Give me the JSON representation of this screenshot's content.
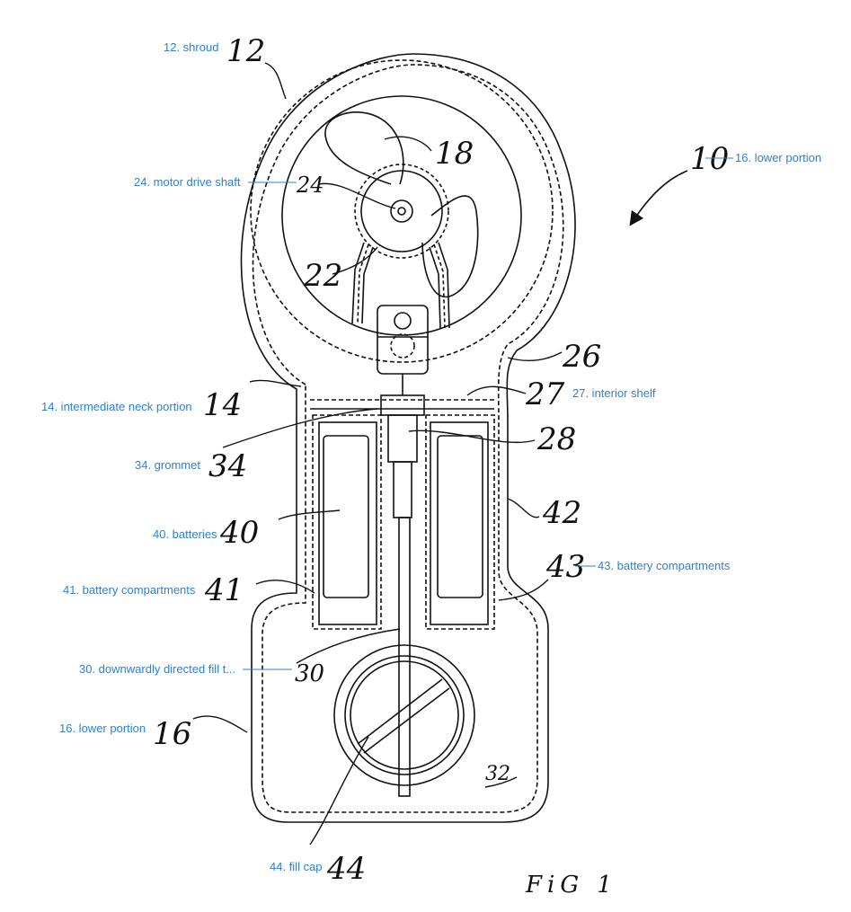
{
  "figure": {
    "caption": "FiG 1"
  },
  "annotations": [
    {
      "id": "a12",
      "text": "12. shroud"
    },
    {
      "id": "a10",
      "text": "16. lower portion"
    },
    {
      "id": "a24",
      "text": "24. motor drive shaft"
    },
    {
      "id": "a14",
      "text": "14. intermediate neck portion"
    },
    {
      "id": "a27",
      "text": "27. interior shelf"
    },
    {
      "id": "a34",
      "text": "34. grommet"
    },
    {
      "id": "a40",
      "text": "40. batteries"
    },
    {
      "id": "a43",
      "text": "43. battery compartments"
    },
    {
      "id": "a41",
      "text": "41. battery compartments"
    },
    {
      "id": "a30",
      "text": "30. downwardly directed fill t..."
    },
    {
      "id": "a16",
      "text": "16. lower portion"
    },
    {
      "id": "a44",
      "text": "44. fill cap"
    }
  ],
  "reference_numerals": [
    "12",
    "10",
    "18",
    "24",
    "22",
    "26",
    "14",
    "27",
    "28",
    "34",
    "40",
    "42",
    "43",
    "41",
    "30",
    "16",
    "32",
    "44"
  ]
}
